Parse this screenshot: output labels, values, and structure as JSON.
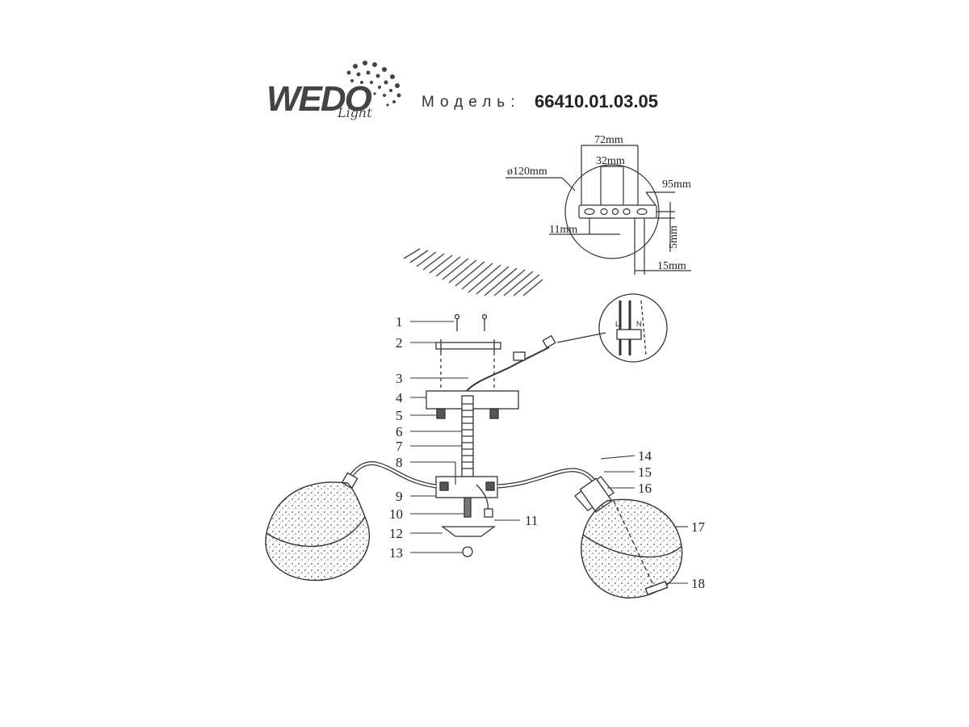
{
  "header": {
    "logo_text": "WEDO",
    "logo_script": "Light",
    "model_label": "Модель:",
    "model_number": "66410.01.03.05"
  },
  "dimensions": {
    "diameter": "ø120mm",
    "width_72": "72mm",
    "width_32": "32mm",
    "height_95": "95mm",
    "depth_11": "11mm",
    "height_5": "5mm",
    "width_15": "15mm"
  },
  "wiring": {
    "l": "L",
    "n": "N"
  },
  "callouts": [
    "1",
    "2",
    "3",
    "4",
    "5",
    "6",
    "7",
    "8",
    "9",
    "10",
    "11",
    "12",
    "13",
    "14",
    "15",
    "16",
    "17",
    "18"
  ]
}
